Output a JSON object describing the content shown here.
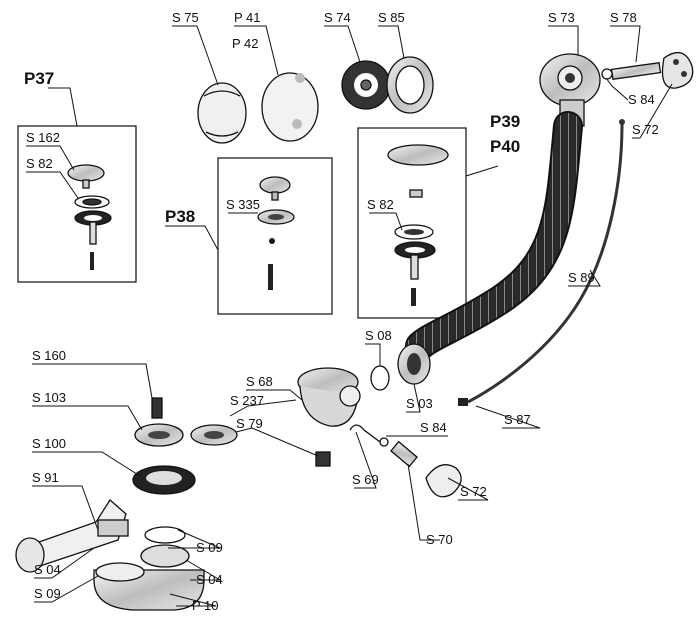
{
  "groups": {
    "p37": "P37",
    "p38": "P38",
    "p39": "P39",
    "p40": "P40"
  },
  "labels": {
    "s75": "S 75",
    "p41": "P 41",
    "p42": "P 42",
    "s74": "S 74",
    "s85": "S 85",
    "s73": "S 73",
    "s78": "S 78",
    "s84_top": "S 84",
    "s72_top": "S 72",
    "s162": "S 162",
    "s82_left": "S 82",
    "s335": "S 335",
    "s82_right": "S 82",
    "s89": "S 89",
    "s160": "S 160",
    "s103": "S 103",
    "s100": "S 100",
    "s91": "S 91",
    "s04_left": "S 04",
    "s09_left": "S 09",
    "s68": "S 68",
    "s237": "S 237",
    "s79": "S 79",
    "s08": "S 08",
    "s03": "S 03",
    "s84_mid": "S 84",
    "s69": "S 69",
    "s70": "S 70",
    "s72_bottom": "S 72",
    "s87": "S 87",
    "s09_right": "S 09",
    "s04_right": "S 04",
    "p10": "P 10"
  }
}
